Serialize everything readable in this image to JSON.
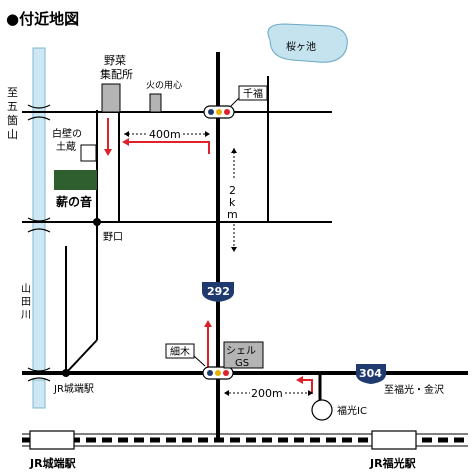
{
  "title": "●付近地図",
  "labels": {
    "pond": "桜ヶ池",
    "vegetable_market": [
      "野菜",
      "集配所"
    ],
    "fire_notice": "火の用心",
    "sembuku": "千福",
    "shirakabe": [
      "白壁の",
      "土蔵"
    ],
    "makinone": "薪の音",
    "noguchi": "野口",
    "dist_400": "400m",
    "dist_2km": [
      "2",
      "k",
      "m"
    ],
    "road_292": "292",
    "road_304": "304",
    "hosoki": "細木",
    "shell": [
      "シェル",
      "GS"
    ],
    "dist_200": "200m",
    "to_fukumitsu": "至福光・金沢",
    "fukumitsu_ic": "福光IC",
    "jr_jobata": "JR城端駅",
    "to_gokayama": [
      "至",
      "五",
      "箇",
      "山"
    ],
    "yamada_river": [
      "山",
      "田",
      "川"
    ],
    "station_left": "JR城端駅",
    "station_right": "JR福光駅"
  },
  "colors": {
    "river": "#cde8f2",
    "pond": "#c5e3ef",
    "route_badge": "#1e3a6e",
    "arrow_red": "#e0202a",
    "forest": "#2f5e2f",
    "building": "#b4b4b4"
  }
}
